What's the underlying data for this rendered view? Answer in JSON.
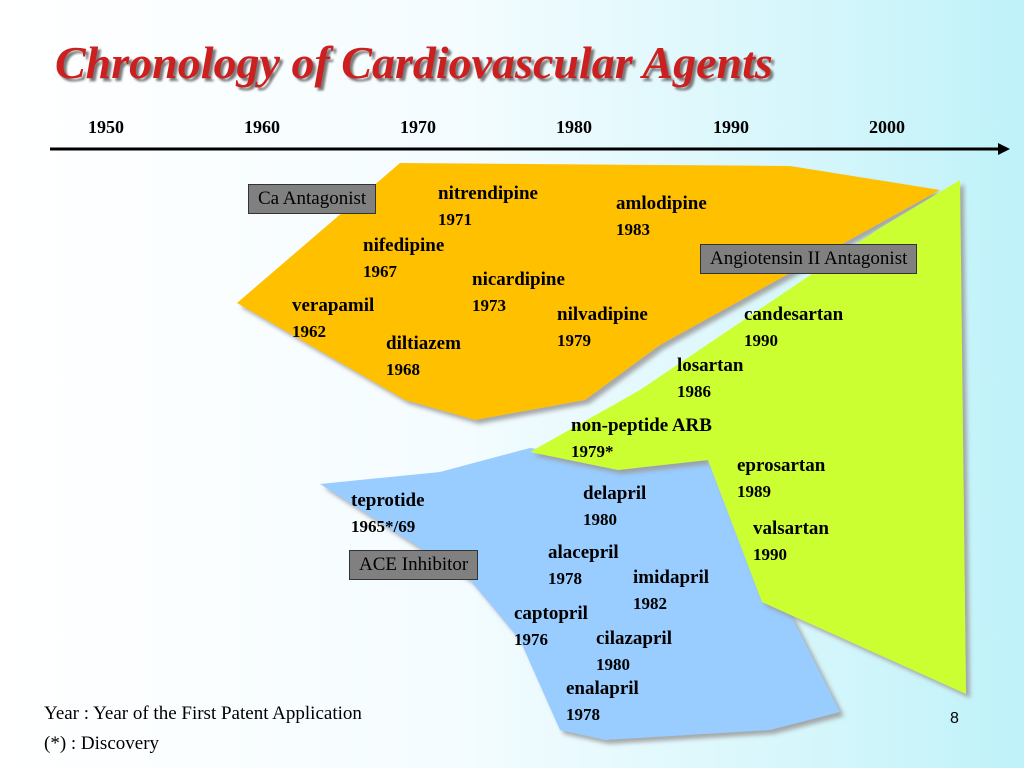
{
  "title": "Chronology of Cardiovascular Agents",
  "timeline": {
    "years": [
      "1950",
      "1960",
      "1970",
      "1980",
      "1990",
      "2000"
    ],
    "line_color": "#000000"
  },
  "categories": {
    "ca_antagonist": {
      "label": "Ca Antagonist",
      "color": "#ffc000"
    },
    "angiotensin": {
      "label": "Angiotensin II Antagonist",
      "color": "#ccff33"
    },
    "ace_inhibitor": {
      "label": "ACE Inhibitor",
      "color": "#99ccff"
    }
  },
  "drugs": {
    "nitrendipine": {
      "name": "nitrendipine",
      "year": "1971"
    },
    "amlodipine": {
      "name": "amlodipine",
      "year": "1983"
    },
    "nifedipine": {
      "name": "nifedipine",
      "year": "1967"
    },
    "nicardipine": {
      "name": "nicardipine",
      "year": "1973"
    },
    "verapamil": {
      "name": "verapamil",
      "year": "1962"
    },
    "nilvadipine": {
      "name": "nilvadipine",
      "year": "1979"
    },
    "diltiazem": {
      "name": "diltiazem",
      "year": "1968"
    },
    "candesartan": {
      "name": "candesartan",
      "year": "1990"
    },
    "losartan": {
      "name": "losartan",
      "year": "1986"
    },
    "non_peptide_arb": {
      "name": "non-peptide ARB",
      "year": "1979*"
    },
    "eprosartan": {
      "name": "eprosartan",
      "year": "1989"
    },
    "valsartan": {
      "name": "valsartan",
      "year": "1990"
    },
    "teprotide": {
      "name": "teprotide",
      "year": "1965*/69"
    },
    "delapril": {
      "name": "delapril",
      "year": "1980"
    },
    "alacepril": {
      "name": "alacepril",
      "year": "1978"
    },
    "imidapril": {
      "name": "imidapril",
      "year": "1982"
    },
    "captopril": {
      "name": "captopril",
      "year": "1976"
    },
    "cilazapril": {
      "name": "cilazapril",
      "year": "1980"
    },
    "enalapril": {
      "name": "enalapril",
      "year": "1978"
    }
  },
  "footnotes": {
    "line1": "Year : Year of the First Patent Application",
    "line2": "(*) : Discovery"
  },
  "page_number": "8"
}
